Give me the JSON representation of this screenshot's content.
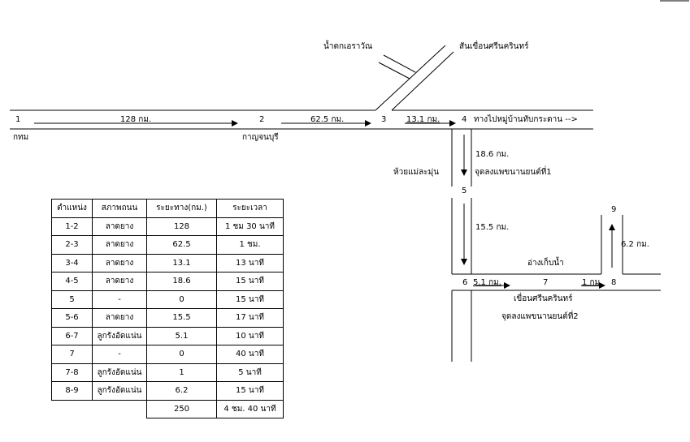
{
  "diagram": {
    "points": {
      "p1": "1",
      "p2": "2",
      "p3": "3",
      "p4": "4",
      "p5": "5",
      "p6": "6",
      "p7": "7",
      "p8": "8",
      "p9": "9"
    },
    "places": {
      "bangkok": "กทม",
      "kanchanaburi": "กาญจนบุรี",
      "erawan_falls": "น้ำตกเอราวัณ",
      "srinakarin_dam_crest": "สันเขื่อนศรีนครินทร์",
      "to_thap_kradan": "ทางไปหมู่บ้านทับกระดาน -->",
      "huai_mae_la_mun": "ห้วยแม่ละมุ่น",
      "pier_1": "จุดลงแพขนานยนต์ที่1",
      "reservoir": "อ่างเก็บน้ำ",
      "srinakarin_dam": "เขื่อนศรีนครินทร์",
      "pier_2": "จุดลงแพขนานยนต์ที่2"
    },
    "distances": {
      "d12": "128 กม.",
      "d23": "62.5 กม.",
      "d34": "13.1 กม.",
      "d45": "18.6 กม.",
      "d56": "15.5 กม.",
      "d67": "5.1 กม.",
      "d78": "1 กม.",
      "d89": "6.2 กม."
    }
  },
  "table": {
    "headers": [
      "ตำแหน่ง",
      "สภาพถนน",
      "ระยะทาง(กม.)",
      "ระยะเวลา"
    ],
    "rows": [
      [
        "1-2",
        "ลาดยาง",
        "128",
        "1 ชม 30 นาที"
      ],
      [
        "2-3",
        "ลาดยาง",
        "62.5",
        "1 ชม."
      ],
      [
        "3-4",
        "ลาดยาง",
        "13.1",
        "13 นาที"
      ],
      [
        "4-5",
        "ลาดยาง",
        "18.6",
        "15 นาที"
      ],
      [
        "5",
        "-",
        "0",
        "15 นาที"
      ],
      [
        "5-6",
        "ลาดยาง",
        "15.5",
        "17 นาที"
      ],
      [
        "6-7",
        "ลูกรังอัดแน่น",
        "5.1",
        "10 นาที"
      ],
      [
        "7",
        "-",
        "0",
        "40 นาที"
      ],
      [
        "7-8",
        "ลูกรังอัดแน่น",
        "1",
        "5 นาที"
      ],
      [
        "8-9",
        "ลูกรังอัดแน่น",
        "6.2",
        "15 นาที"
      ]
    ],
    "total": {
      "distance": "250",
      "time": "4 ชม. 40 นาที"
    }
  }
}
